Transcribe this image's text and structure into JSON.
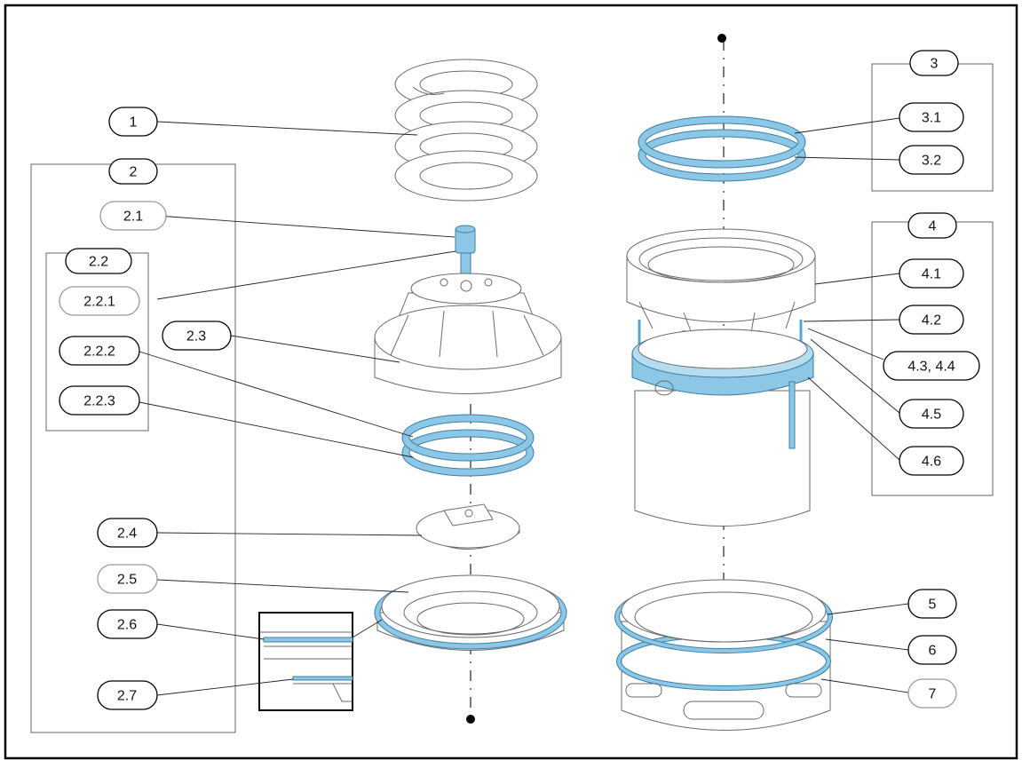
{
  "labels": {
    "l1": "1",
    "l2": "2",
    "l2_1": "2.1",
    "l2_2": "2.2",
    "l2_2_1": "2.2.1",
    "l2_2_2": "2.2.2",
    "l2_2_3": "2.2.3",
    "l2_3": "2.3",
    "l2_4": "2.4",
    "l2_5": "2.5",
    "l2_6": "2.6",
    "l2_7": "2.7",
    "l3": "3",
    "l3_1": "3.1",
    "l3_2": "3.2",
    "l4": "4",
    "l4_1": "4.1",
    "l4_2": "4.2",
    "l4_3_4": "4.3, 4.4",
    "l4_5": "4.5",
    "l4_6": "4.6",
    "l5": "5",
    "l6": "6",
    "l7": "7"
  },
  "colors": {
    "highlight": "#8cc7e6",
    "outline": "#6a6a6a",
    "frame": "#000000"
  }
}
